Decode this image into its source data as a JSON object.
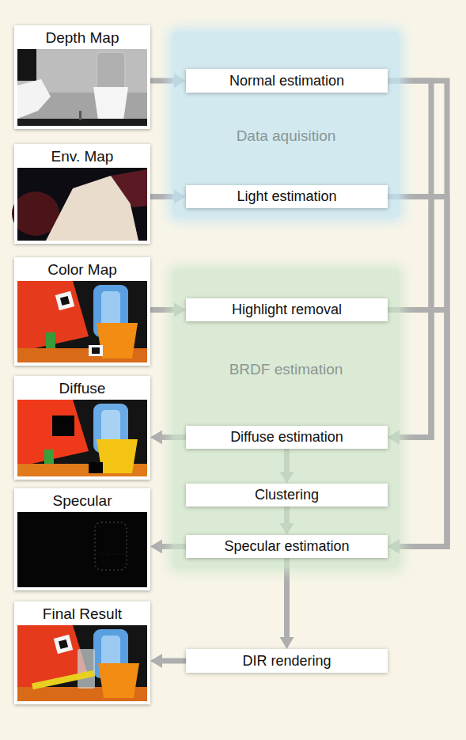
{
  "diagram": {
    "nodes": [
      {
        "text": [
          "Depth Map"
        ]
      },
      {
        "text": [
          "Data aquisition"
        ]
      },
      {
        "text": [
          "Normal estimation"
        ],
        "in": 1
      },
      {
        "text": [
          "Light estimation"
        ],
        "in": 1
      },
      {
        "text": [
          "Env. Map"
        ]
      },
      {
        "text": [
          "Color Map"
        ]
      },
      {
        "text": [
          "BRDF estimation"
        ]
      },
      {
        "text": [
          "Highlight removal"
        ],
        "in": 6
      },
      {
        "text": [
          "Diffuse estimation"
        ],
        "in": 6
      },
      {
        "text": [
          "Clustering"
        ],
        "in": 6
      },
      {
        "text": [
          "Specular estimation"
        ],
        "in": 6
      },
      {
        "text": [
          "Diffuse"
        ]
      },
      {
        "text": [
          "Specular"
        ]
      },
      {
        "text": [
          "Final Result"
        ]
      },
      {
        "text": [
          "DIR rendering"
        ]
      }
    ],
    "edges": [
      {
        "from": 0,
        "to": 2,
        "arrow": "to"
      },
      {
        "from": 4,
        "to": 3,
        "arrow": "to"
      },
      {
        "from": 5,
        "to": 7,
        "arrow": "to"
      },
      {
        "from": 2,
        "to": 8,
        "arrow": "to"
      },
      {
        "from": 3,
        "to": 8,
        "arrow": "to"
      },
      {
        "from": 7,
        "to": 8,
        "arrow": "to"
      },
      {
        "from": 2,
        "to": 10,
        "arrow": "to"
      },
      {
        "from": 3,
        "to": 10,
        "arrow": "to"
      },
      {
        "from": 7,
        "to": 10,
        "arrow": "to"
      },
      {
        "from": 8,
        "to": 11,
        "arrow": "to"
      },
      {
        "from": 8,
        "to": 9,
        "arrow": "to"
      },
      {
        "from": 9,
        "to": 10,
        "arrow": "to"
      },
      {
        "from": 10,
        "to": 12,
        "arrow": "to"
      },
      {
        "from": 10,
        "to": 14,
        "arrow": "to"
      },
      {
        "from": 14,
        "to": 13,
        "arrow": "to"
      }
    ]
  }
}
